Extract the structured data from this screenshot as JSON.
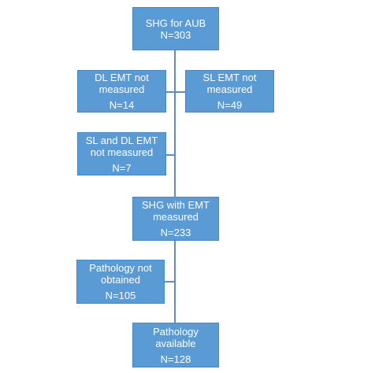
{
  "colors": {
    "box_fill": "#5b9bd5",
    "box_text": "#ffffff",
    "connector": "#5b8fc4"
  },
  "nodes": {
    "shg_aub": {
      "line1": "SHG for AUB",
      "line2": "N=303"
    },
    "dl_not_measured": {
      "line1": "DL EMT not",
      "line2": "measured",
      "line3": "N=14"
    },
    "sl_not_measured": {
      "line1": "SL EMT not",
      "line2": "measured",
      "line3": "N=49"
    },
    "sl_dl_not_measured": {
      "line1": "SL and DL EMT",
      "line2": "not measured",
      "line3": "N=7"
    },
    "shg_emt_measured": {
      "line1": "SHG with EMT",
      "line2": "measured",
      "line3": "N=233"
    },
    "pathology_not_obtained": {
      "line1": "Pathology not",
      "line2": "obtained",
      "line3": "N=105"
    },
    "pathology_available": {
      "line1": "Pathology",
      "line2": "available",
      "line3": "N=128"
    }
  }
}
